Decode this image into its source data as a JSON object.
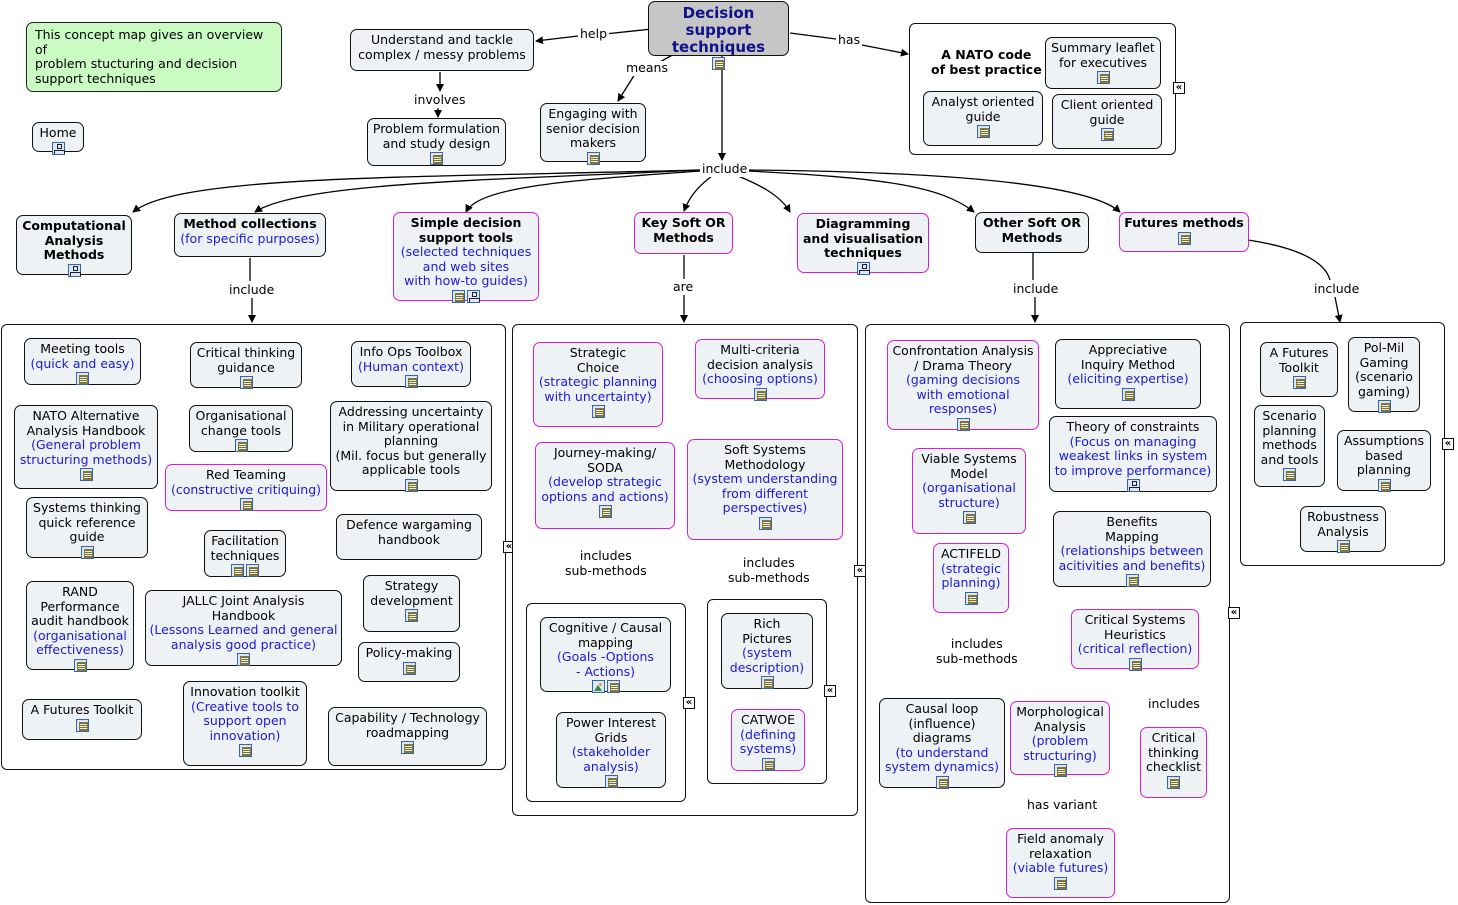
{
  "note": "This concept map gives an overview of\nproblem stucturing and decision\nsupport techniques",
  "home": "Home",
  "root": "Decision support\ntechniques",
  "links": {
    "help": "help",
    "means": "means",
    "has": "has",
    "involves": "involves",
    "include": "include",
    "include_method": "include",
    "are": "are",
    "include_other": "include",
    "include_futures": "include",
    "includes_submethods_journey": "includes\nsub-methods",
    "includes_submethods_ssm": "includes\nsub-methods",
    "includes_submethods_actifeld": "includes\nsub-methods",
    "has_variant": "has variant",
    "includes_csh": "includes"
  },
  "top": {
    "understand": "Understand and tackle\ncomplex / messy problems",
    "problem_formulation": "Problem formulation\nand study design",
    "engaging": "Engaging with\nsenior decision\nmakers",
    "nato_code": "A NATO code\nof best practice",
    "summary_leaflet": "Summary leaflet\nfor executives",
    "analyst_guide": "Analyst oriented\nguide",
    "client_guide": "Client oriented\nguide"
  },
  "categories": {
    "computational": "Computational\nAnalysis\nMethods",
    "method_collections": "Method collections",
    "method_collections_sub": "(for specific purposes)",
    "simple_tools": "Simple decision\nsupport tools",
    "simple_tools_sub": "(selected techniques\nand web sites\nwith how-to guides)",
    "key_soft_or": "Key Soft OR\nMethods",
    "diagramming": "Diagramming\nand visualisation\ntechniques",
    "other_soft_or": "Other Soft OR\nMethods",
    "futures": "Futures methods"
  },
  "method_collections": {
    "meeting_tools": "Meeting tools",
    "meeting_tools_sub": "(quick and easy)",
    "critical_thinking": "Critical thinking\nguidance",
    "info_ops": "Info Ops Toolbox",
    "info_ops_sub": "(Human context)",
    "nato_alt": "NATO Alternative\nAnalysis Handbook",
    "nato_alt_sub": "(General problem\nstructuring methods)",
    "org_change": "Organisational\nchange tools",
    "addressing": "Addressing uncertainty\nin Military operational\nplanning\n(Mil. focus but generally\napplicable tools",
    "red_teaming": "Red Teaming",
    "red_teaming_sub": "(constructive critiquing)",
    "systems_thinking": "Systems thinking\nquick reference\nguide",
    "facilitation": "Facilitation\ntechniques",
    "defence_wargaming": "Defence wargaming\nhandbook",
    "rand": "RAND\nPerformance\naudit handbook",
    "rand_sub": "(organisational\neffectiveness)",
    "jallc": "JALLC Joint Analysis\nHandbook",
    "jallc_sub": "(Lessons Learned and general\nanalysis good practice)",
    "strategy_dev": "Strategy\ndevelopment",
    "policy_making": "Policy-making",
    "futures_toolkit": "A Futures Toolkit",
    "innovation": "Innovation toolkit",
    "innovation_sub": "(Creative tools to\nsupport open\ninnovation)",
    "capability": "Capability / Technology\nroadmapping"
  },
  "key_soft_or": {
    "strategic_choice": "Strategic\nChoice",
    "strategic_choice_sub": "(strategic planning\nwith uncertainty)",
    "mcda": "Multi-criteria\ndecision analysis",
    "mcda_sub": "(choosing options)",
    "journey": "Journey-making/\nSODA",
    "journey_sub": "(develop strategic\noptions and actions)",
    "ssm": "Soft Systems\nMethodology",
    "ssm_sub": "(system understanding\nfrom different\nperspectives)",
    "cognitive": "Cognitive / Causal\nmapping",
    "cognitive_sub": "(Goals -Options\n- Actions)",
    "power_interest": "Power Interest\nGrids",
    "power_interest_sub": "(stakeholder\nanalysis)",
    "rich_pictures": "Rich\nPictures",
    "rich_pictures_sub": "(system\ndescription)",
    "catwoe": "CATWOE",
    "catwoe_sub": "(defining\nsystems)"
  },
  "other_soft_or": {
    "confrontation": "Confrontation Analysis\n/ Drama Theory",
    "confrontation_sub": "(gaming decisions\nwith emotional\nresponses)",
    "appreciative": "Appreciative\nInquiry Method",
    "appreciative_sub": "(eliciting expertise)",
    "toc": "Theory of constraints",
    "toc_sub": "(Focus on managing\nweakest links in system\nto improve performance)",
    "vsm": "Viable Systems\nModel",
    "vsm_sub": "(organisational\nstructure)",
    "benefits": "Benefits\nMapping",
    "benefits_sub": "(relationships between\nacitivities and benefits)",
    "actifeld": "ACTIFELD",
    "actifeld_sub": "(strategic\nplanning)",
    "csh": "Critical Systems\nHeuristics",
    "csh_sub": "(critical reflection)",
    "causal_loop": "Causal loop\n(influence)\ndiagrams",
    "causal_loop_sub": "(to understand\nsystem dynamics)",
    "morphological": "Morphological\nAnalysis",
    "morphological_sub": "(problem\nstructuring)",
    "critical_checklist": "Critical\nthinking\nchecklist",
    "field_anomaly": "Field anomaly\nrelaxation",
    "field_anomaly_sub": "(viable futures)"
  },
  "futures": {
    "futures_toolkit": "A Futures\nToolkit",
    "polmil": "Pol-Mil\nGaming\n(scenario\ngaming)",
    "scenario": "Scenario\nplanning\nmethods\nand tools",
    "assumptions": "Assumptions\nbased\nplanning",
    "robustness": "Robustness\nAnalysis"
  }
}
